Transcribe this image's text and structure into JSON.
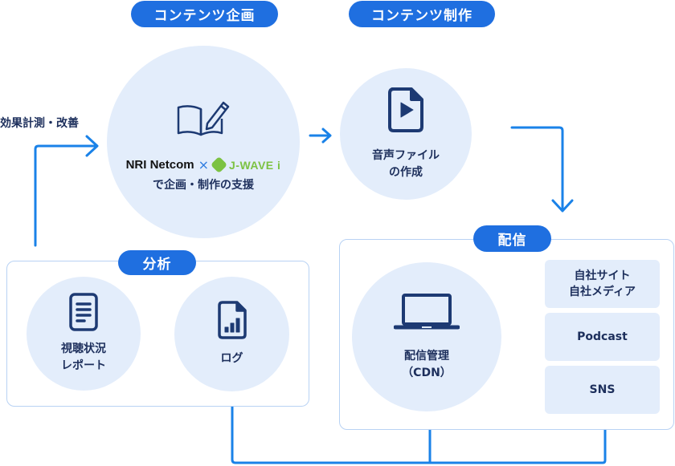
{
  "sections": {
    "planning": {
      "label": "コンテンツ企画"
    },
    "production": {
      "label": "コンテンツ制作"
    },
    "distribution": {
      "label": "配信"
    },
    "analysis": {
      "label": "分析"
    }
  },
  "feedback_label": "効果計測・改善",
  "planning_node": {
    "icon": "book-pen-icon",
    "brand1": "NRI Netcom",
    "times": "×",
    "brand2": "J-WAVE",
    "brand2_suffix": "i",
    "caption": "で企画・制作の支援"
  },
  "production_node": {
    "icon": "play-file-icon",
    "line1": "音声ファイル",
    "line2": "の作成"
  },
  "distribution_node": {
    "icon": "laptop-icon",
    "line1": "配信管理",
    "line2": "（CDN）"
  },
  "destinations": [
    {
      "line1": "自社サイト",
      "line2": "自社メディア"
    },
    {
      "line1": "Podcast"
    },
    {
      "line1": "SNS"
    }
  ],
  "log_node": {
    "icon": "chart-file-icon",
    "label": "ログ"
  },
  "report_node": {
    "icon": "document-icon",
    "line1": "視聴状況",
    "line2": "レポート"
  },
  "colors": {
    "pill": "#1f6fe0",
    "arrow": "#1a82e8",
    "circle": "#e3edfb",
    "panel_border": "#b8d2f4",
    "text": "#1d2f5c",
    "jwave_green": "#7cc242"
  }
}
